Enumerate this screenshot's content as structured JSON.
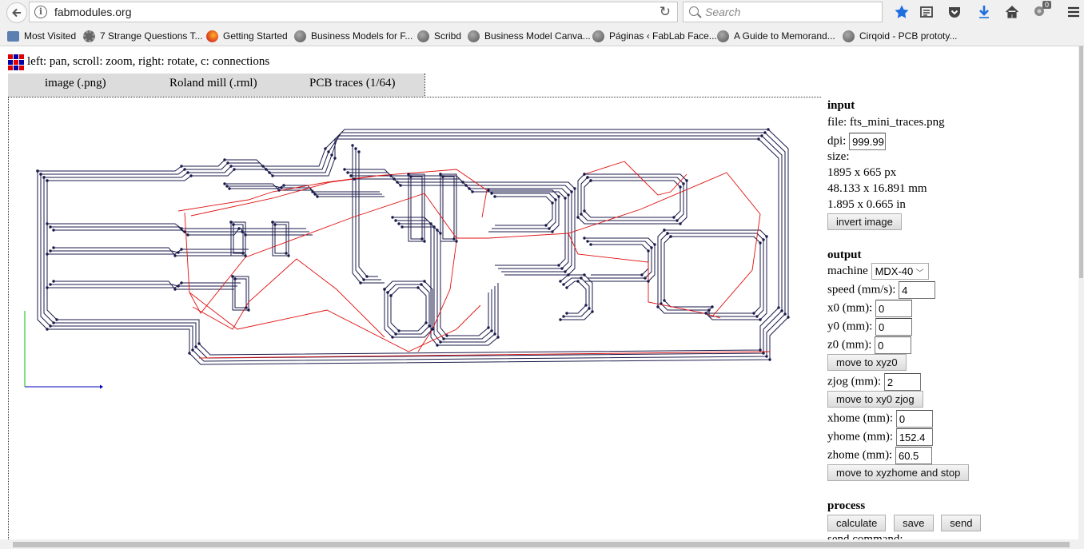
{
  "browser": {
    "url": "fabmodules.org",
    "search_placeholder": "Search",
    "notification_count": "0",
    "bookmarks": [
      {
        "label": "Most Visited",
        "icon": "folder-icon"
      },
      {
        "label": "7 Strange Questions T...",
        "icon": "gear-icon"
      },
      {
        "label": "Getting Started",
        "icon": "firefox-icon"
      },
      {
        "label": "Business Models for F...",
        "icon": "globe-icon"
      },
      {
        "label": "Scribd",
        "icon": "globe-icon"
      },
      {
        "label": "Business Model Canva...",
        "icon": "globe-icon"
      },
      {
        "label": "Páginas ‹ FabLab Face...",
        "icon": "globe-icon"
      },
      {
        "label": "A Guide to Memorand...",
        "icon": "globe-icon"
      },
      {
        "label": "Cirqoid - PCB prototy...",
        "icon": "globe-icon"
      }
    ]
  },
  "page": {
    "hint": "left: pan, scroll: zoom, right: rotate, c: connections",
    "tabs": [
      "image (.png)",
      "Roland mill (.rml)",
      "PCB traces (1/64)"
    ],
    "colors": {
      "trace": "#1a1a4a",
      "connection": "#e01010",
      "axis_y": "#00c000",
      "axis_x": "#0000c0"
    }
  },
  "panel": {
    "input": {
      "heading": "input",
      "file": "file: fts_mini_traces.png",
      "dpi_label": "dpi:",
      "dpi_value": "999.99",
      "size_label": "size:",
      "size_px": "1895 x 665 px",
      "size_mm": "48.133 x 16.891 mm",
      "size_in": "1.895 x 0.665 in",
      "invert_button": "invert image"
    },
    "output": {
      "heading": "output",
      "machine_label": "machine",
      "machine_value": "MDX-40",
      "speed_label": "speed (mm/s):",
      "speed_value": "4",
      "x0_label": "x0 (mm):",
      "x0_value": "0",
      "y0_label": "y0 (mm):",
      "y0_value": "0",
      "z0_label": "z0 (mm):",
      "z0_value": "0",
      "move_xyz0": "move to xyz0",
      "zjog_label": "zjog (mm):",
      "zjog_value": "2",
      "move_xy0_zjog": "move to xy0 zjog",
      "xhome_label": "xhome (mm):",
      "xhome_value": "0",
      "yhome_label": "yhome (mm):",
      "yhome_value": "152.4",
      "zhome_label": "zhome (mm):",
      "zhome_value": "60.5",
      "move_xyzhome": "move to xyzhome and stop"
    },
    "process": {
      "heading": "process",
      "calculate": "calculate",
      "save": "save",
      "send": "send",
      "send_command": "send command:"
    }
  }
}
